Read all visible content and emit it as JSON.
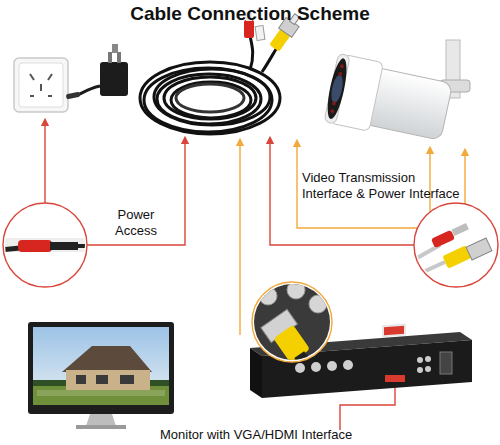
{
  "diagram": {
    "title": "Cable Connection Scheme",
    "labels": [
      "Power Access",
      "Video Transmission Interface & Power Interface",
      "Monitor with VGA/HDMI Interface"
    ]
  }
}
